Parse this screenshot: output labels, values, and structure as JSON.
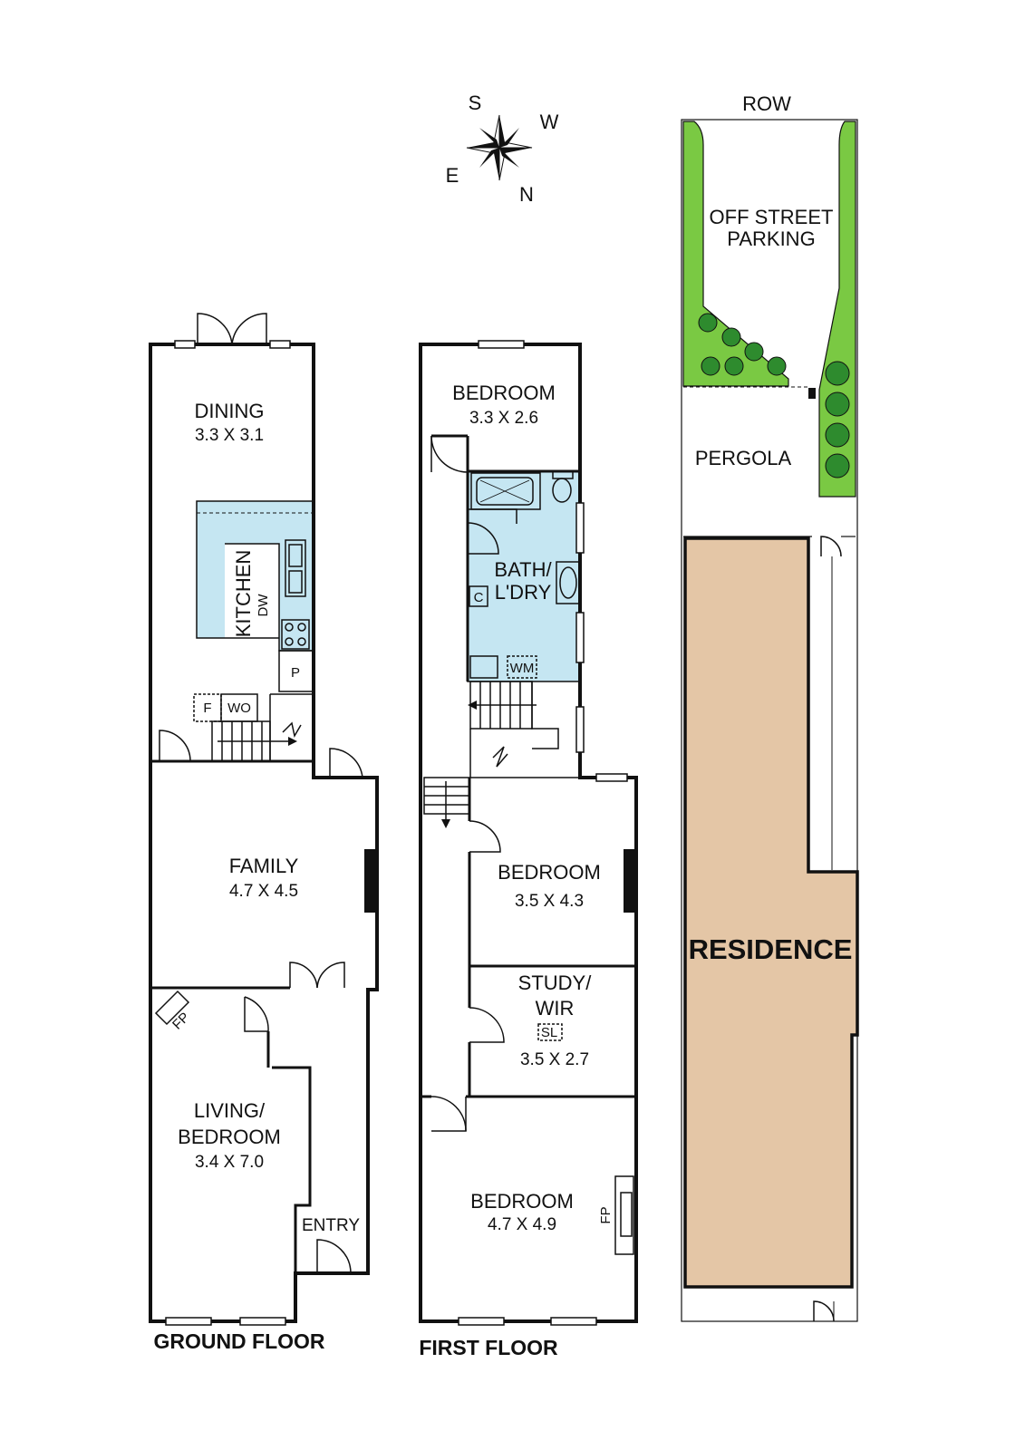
{
  "compass": {
    "s": "S",
    "w": "W",
    "e": "E",
    "n": "N"
  },
  "ground_floor": {
    "title": "GROUND FLOOR",
    "dining": {
      "name": "DINING",
      "dims": "3.3 X 3.1"
    },
    "kitchen": {
      "name": "KITCHEN",
      "dw": "DW"
    },
    "pantry": "P",
    "fridge": "F",
    "wo": "WO",
    "family": {
      "name": "FAMILY",
      "dims": "4.7 X 4.5"
    },
    "fp": "FP",
    "living": {
      "line1": "LIVING/",
      "line2": "BEDROOM",
      "dims": "3.4 X 7.0"
    },
    "entry": "ENTRY"
  },
  "first_floor": {
    "title": "FIRST FLOOR",
    "bedroom_rear": {
      "name": "BEDROOM",
      "dims": "3.3 X 2.6"
    },
    "bath": {
      "line1": "BATH/",
      "line2": "L'DRY",
      "c": "C",
      "wm": "WM"
    },
    "bedroom_mid": {
      "name": "BEDROOM",
      "dims": "3.5 X 4.3"
    },
    "study": {
      "line1": "STUDY/",
      "line2": "WIR",
      "sl": "SL",
      "dims": "3.5 X 2.7"
    },
    "bedroom_front": {
      "name": "BEDROOM",
      "dims": "4.7 X 4.9",
      "fp": "FP"
    }
  },
  "site": {
    "row": "ROW",
    "parking_line1": "OFF STREET",
    "parking_line2": "PARKING",
    "pergola": "PERGOLA",
    "residence": "RESIDENCE"
  },
  "colors": {
    "wet_area": "#c5e6f2",
    "garden": "#7ac943",
    "residence": "#e4c6a6",
    "tree": "#2e8b2e"
  }
}
